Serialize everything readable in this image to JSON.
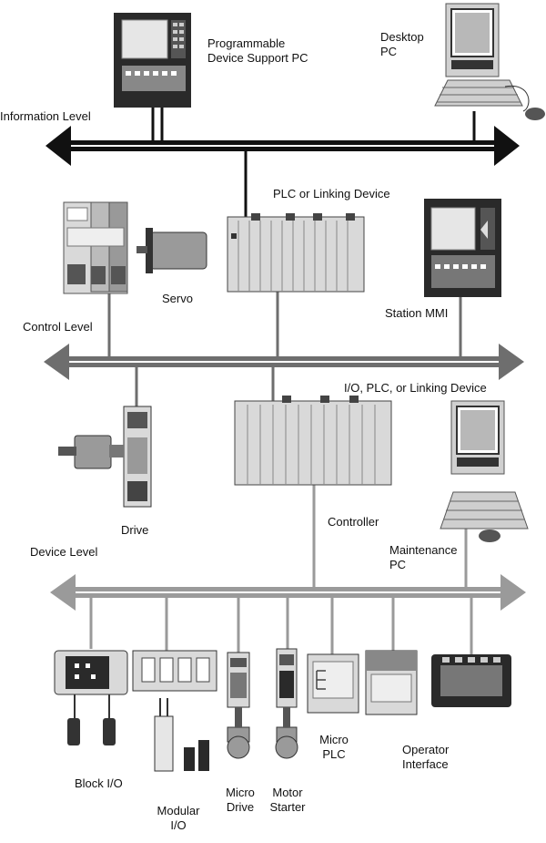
{
  "levels": {
    "information": "Information Level",
    "control": "Control Level",
    "device": "Device Level"
  },
  "devices": {
    "programmable_pc": [
      "Programmable",
      "Device Support PC"
    ],
    "desktop_pc": [
      "Desktop",
      "PC"
    ],
    "plc_linking": "PLC or Linking Device",
    "servo": "Servo",
    "station_mmi": "Station MMI",
    "io_plc_linking": "I/O, PLC, or Linking Device",
    "drive": "Drive",
    "controller": "Controller",
    "maintenance_pc": [
      "Maintenance",
      "PC"
    ],
    "block_io": "Block I/O",
    "modular_io": [
      "Modular",
      "I/O"
    ],
    "micro_drive": [
      "Micro",
      "Drive"
    ],
    "motor_starter": [
      "Motor",
      "Starter"
    ],
    "micro_plc": [
      "Micro",
      "PLC"
    ],
    "operator_interface": [
      "Operator",
      "Interface"
    ]
  },
  "colors": {
    "info_bus": "#111111",
    "control_bus": "#6e6e6e",
    "device_bus": "#9a9a9a",
    "device_fill": "#d9d9d9",
    "device_dark": "#2a2a2a"
  }
}
